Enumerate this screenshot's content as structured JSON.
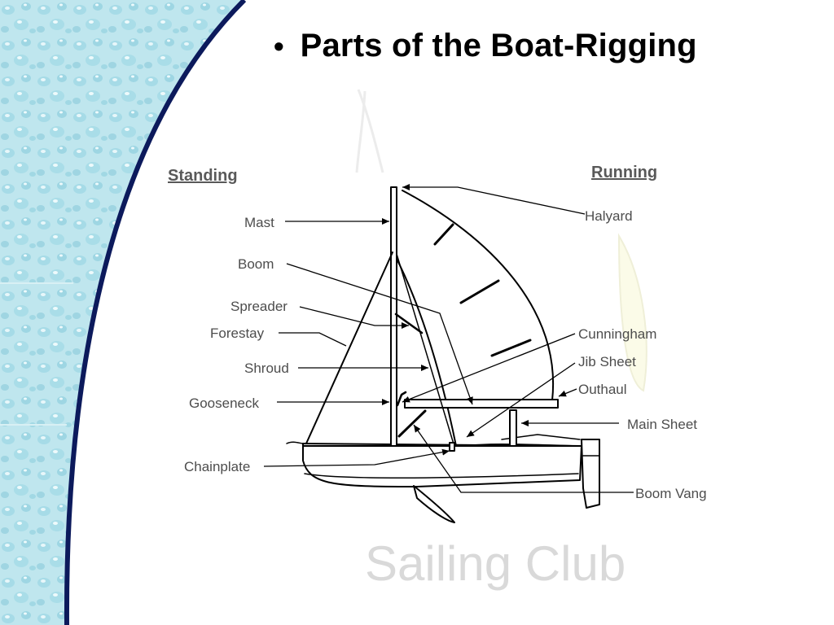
{
  "slide": {
    "bullet": "•",
    "title": "Parts of the Boat-Rigging",
    "watermark": "Sailing Club"
  },
  "columns": {
    "standing": "Standing",
    "running": "Running"
  },
  "labels": {
    "mast": "Mast",
    "boom": "Boom",
    "spreader": "Spreader",
    "forestay": "Forestay",
    "shroud": "Shroud",
    "gooseneck": "Gooseneck",
    "chainplate": "Chainplate",
    "halyard": "Halyard",
    "cunningham": "Cunningham",
    "jib_sheet": "Jib Sheet",
    "outhaul": "Outhaul",
    "main_sheet": "Main Sheet",
    "boom_vang": "Boom Vang"
  },
  "colors": {
    "water_light": "#bfe6ee",
    "water_mid": "#8fd0de",
    "curve": "#0c1a5c",
    "label": "#4d4d4d",
    "heading": "#595959"
  }
}
